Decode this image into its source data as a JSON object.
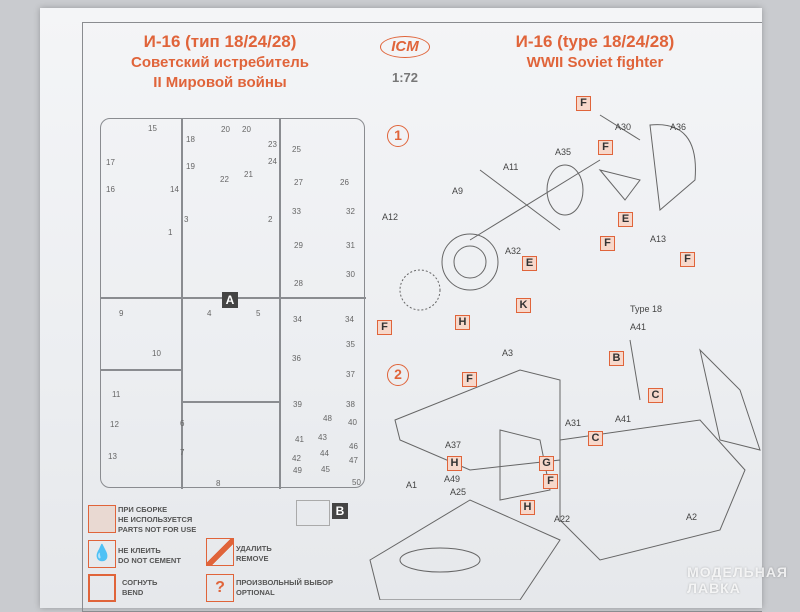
{
  "header": {
    "ru_title": "И-16 (тип 18/24/28)",
    "ru_sub1": "Советский истребитель",
    "ru_sub2": "II Мировой войны",
    "logo": "ICM",
    "scale": "1:72",
    "en_title": "И-16 (type 18/24/28)",
    "en_sub": "WWII Soviet fighter"
  },
  "sprue": {
    "a_label": "A",
    "b_label": "B",
    "numbers": [
      "15",
      "17",
      "16",
      "14",
      "1",
      "18",
      "19",
      "20",
      "20",
      "21",
      "22",
      "23",
      "24",
      "25",
      "27",
      "26",
      "3",
      "2",
      "33",
      "32",
      "29",
      "31",
      "28",
      "30",
      "9",
      "10",
      "11",
      "12",
      "13",
      "4",
      "5",
      "6",
      "7",
      "8",
      "34",
      "34",
      "35",
      "36",
      "37",
      "39",
      "38",
      "48",
      "40",
      "41",
      "43",
      "46",
      "42",
      "44",
      "47",
      "45",
      "49",
      "50"
    ]
  },
  "legend": {
    "not_for_use_ru1": "ПРИ СБОРКЕ",
    "not_for_use_ru2": "НЕ ИСПОЛЬЗУЕТСЯ",
    "not_for_use_en": "PARTS NOT FOR USE",
    "no_cement_ru": "НЕ КЛЕИТЬ",
    "no_cement_en": "DO NOT CEMENT",
    "remove_ru": "УДАЛИТЬ",
    "remove_en": "REMOVE",
    "bend_ru": "СОГНУТЬ",
    "bend_en": "BEND",
    "optional_ru": "ПРОИЗВОЛЬНЫЙ ВЫБОР",
    "optional_en": "OPTIONAL",
    "optional_symbol": "?"
  },
  "step1": {
    "number": "1",
    "labels": [
      "A30",
      "A36",
      "A35",
      "A11",
      "A9",
      "A12",
      "A13",
      "A32"
    ],
    "boxes": [
      "F",
      "F",
      "E",
      "F",
      "F",
      "E",
      "K",
      "F",
      "H"
    ]
  },
  "step2": {
    "number": "2",
    "type_label": "Type 18",
    "labels": [
      "A3",
      "A41",
      "A41",
      "A31",
      "A37",
      "A49",
      "A25",
      "A1",
      "A22",
      "A2"
    ],
    "boxes": [
      "F",
      "B",
      "C",
      "C",
      "H",
      "G",
      "F",
      "H"
    ]
  },
  "watermark": {
    "line1": "МОДЕЛЬНАЯ",
    "line2": "ЛАВКА"
  },
  "colors": {
    "accent": "#e0643a"
  }
}
